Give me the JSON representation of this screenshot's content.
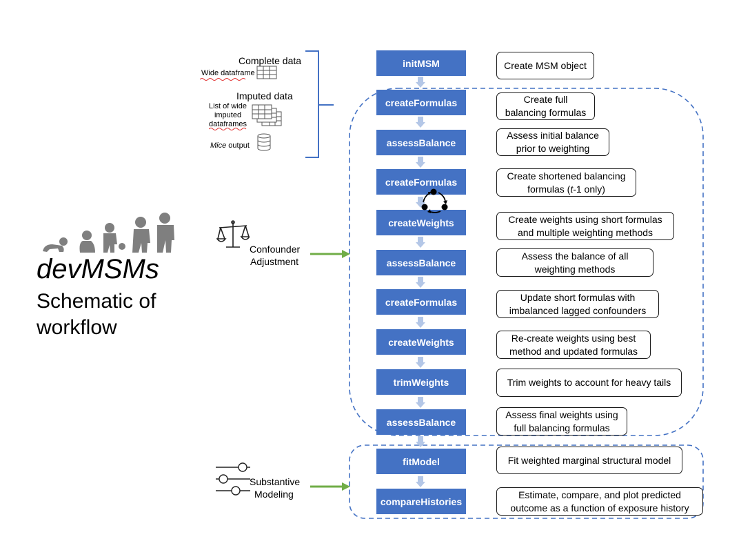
{
  "title": "devMSMs",
  "subtitle_line1": "Schematic of",
  "subtitle_line2": "workflow",
  "data_inputs": {
    "complete_label": "Complete data",
    "wide_label": "Wide dataframe",
    "imputed_label": "Imputed data",
    "imputed_list_line1": "List of wide",
    "imputed_list_line2": "imputed",
    "imputed_list_line3": "dataframes",
    "mice_label_italic": "Mice",
    "mice_label_rest": " output"
  },
  "side_labels": {
    "confounder_line1": "Confounder",
    "confounder_line2": "Adjustment",
    "substantive_line1": "Substantive",
    "substantive_line2": "Modeling"
  },
  "steps": [
    {
      "name": "initMSM",
      "desc1": "Create MSM object",
      "desc2": ""
    },
    {
      "name": "createFormulas",
      "desc1": "Create full",
      "desc2": "balancing formulas"
    },
    {
      "name": "assessBalance",
      "desc1": "Assess initial balance",
      "desc2": "prior to weighting"
    },
    {
      "name": "createFormulas",
      "desc1": "Create shortened balancing",
      "desc2": "formulas (t-1 only)"
    },
    {
      "name": "createWeights",
      "desc1": "Create weights using short formulas",
      "desc2": "and multiple weighting methods"
    },
    {
      "name": "assessBalance",
      "desc1": "Assess the balance of all",
      "desc2": "weighting methods"
    },
    {
      "name": "createFormulas",
      "desc1": "Update short formulas with",
      "desc2": "imbalanced lagged confounders"
    },
    {
      "name": "createWeights",
      "desc1": "Re-create weights using best",
      "desc2": "method and updated formulas"
    },
    {
      "name": "trimWeights",
      "desc1": "Trim weights to account for heavy tails",
      "desc2": ""
    },
    {
      "name": "assessBalance",
      "desc1": "Assess final weights using",
      "desc2": "full balancing formulas"
    },
    {
      "name": "fitModel",
      "desc1": "Fit weighted marginal structural model",
      "desc2": ""
    },
    {
      "name": "compareHistories",
      "desc1": "Estimate, compare, and plot predicted",
      "desc2": "outcome as a function of exposure history"
    }
  ],
  "formula_step4_pre": "formulas (",
  "formula_step4_italic": "t",
  "formula_step4_post": "-1 only)",
  "colors": {
    "step_fill": "#4472C4",
    "arrow_fill": "#B4C7E7",
    "dashed_border": "#4472C4",
    "bracket": "#4472C4",
    "green_arrow": "#70AD47",
    "silhouette": "#7F7F7F"
  },
  "icons": [
    "table-icon",
    "stacked-tables-icon",
    "database-icon",
    "scale-icon",
    "sliders-icon",
    "cycle-icon",
    "children-silhouette-icon"
  ]
}
